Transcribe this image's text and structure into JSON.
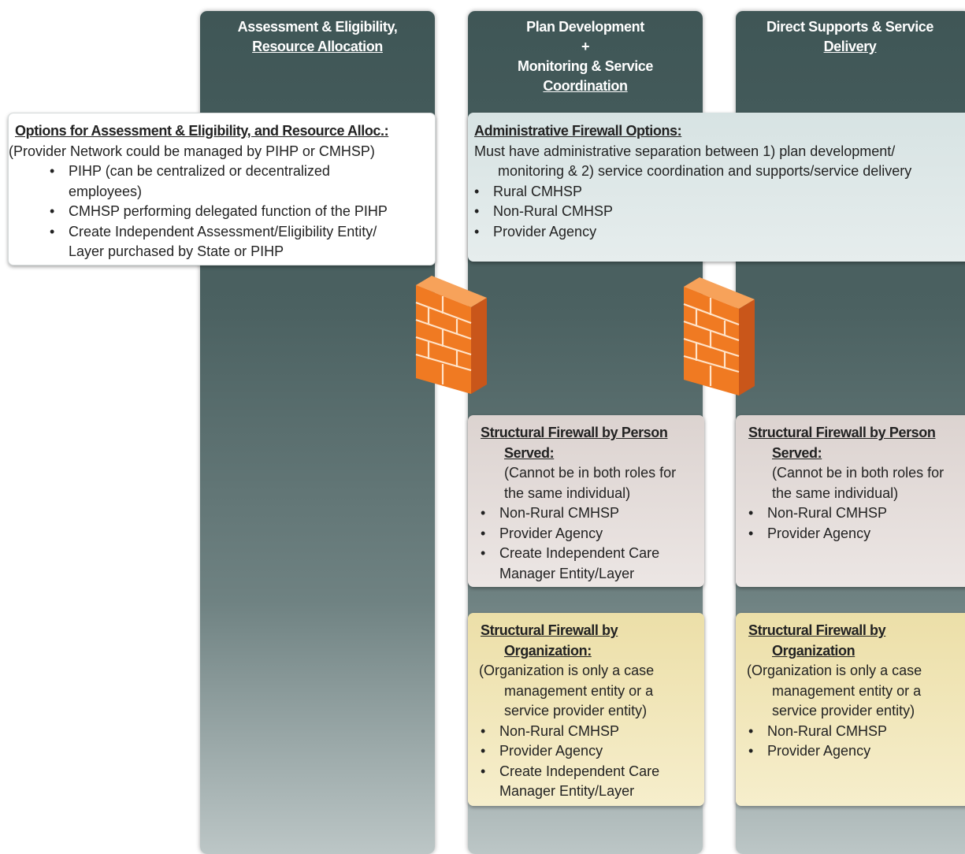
{
  "columns": [
    {
      "line1": "Assessment & Eligibility,",
      "line2": "Resource Allocation"
    },
    {
      "line1": "Plan Development",
      "line2": "+",
      "line3": "Monitoring & Service",
      "line4": "Coordination"
    },
    {
      "line1": "Direct Supports & Service",
      "line2": "Delivery"
    }
  ],
  "assessment_box": {
    "title": "Options for Assessment & Eligibility, and Resource Alloc.:",
    "note": "(Provider Network could be managed by PIHP or CMHSP)",
    "items": [
      {
        "l1": "PIHP (can be centralized or decentralized",
        "l2": "employees)"
      },
      {
        "l1": "CMHSP performing delegated function of the PIHP",
        "l2": ""
      },
      {
        "l1": "Create Independent Assessment/Eligibility Entity/",
        "l2": "Layer purchased by State or PIHP"
      }
    ]
  },
  "admin_box": {
    "title": "Administrative Firewall Options:",
    "line1": "Must have administrative separation between 1) plan development/",
    "line2": "monitoring & 2) service coordination and supports/service delivery",
    "items": [
      "Rural CMHSP",
      "Non-Rural CMHSP",
      "Provider Agency"
    ]
  },
  "person_box_plan": {
    "title1": "Structural Firewall by Person",
    "title2": "Served:",
    "note1": "(Cannot be in both roles for",
    "note2": "the same individual)",
    "items": [
      "Non-Rural CMHSP",
      "Provider Agency"
    ],
    "item3_l1": "Create Independent Care",
    "item3_l2": "Manager Entity/Layer"
  },
  "person_box_direct": {
    "title1": "Structural Firewall by Person",
    "title2": "Served:",
    "note1": "(Cannot be in both roles for",
    "note2": "the same individual)",
    "items": [
      "Non-Rural CMHSP",
      "Provider Agency"
    ]
  },
  "org_box_plan": {
    "title1": "Structural Firewall by",
    "title2": "Organization:",
    "note1": "(Organization is only a case",
    "note2": "management entity or a",
    "note3": "service provider entity)",
    "items": [
      "Non-Rural CMHSP",
      "Provider Agency"
    ],
    "item3_l1": "Create Independent Care",
    "item3_l2": "Manager Entity/Layer"
  },
  "org_box_direct": {
    "title1": "Structural Firewall by",
    "title2": "Organization",
    "note1": "(Organization is only a case",
    "note2": "management entity or a",
    "note3": "service provider entity)",
    "items": [
      "Non-Rural CMHSP",
      "Provider Agency"
    ]
  },
  "colors": {
    "column_dark": "#3f5656",
    "admin_box": "#dfe8e8",
    "person_box": "#e4dcda",
    "org_box": "#f0e4b8",
    "firewall": "#f07a22"
  }
}
